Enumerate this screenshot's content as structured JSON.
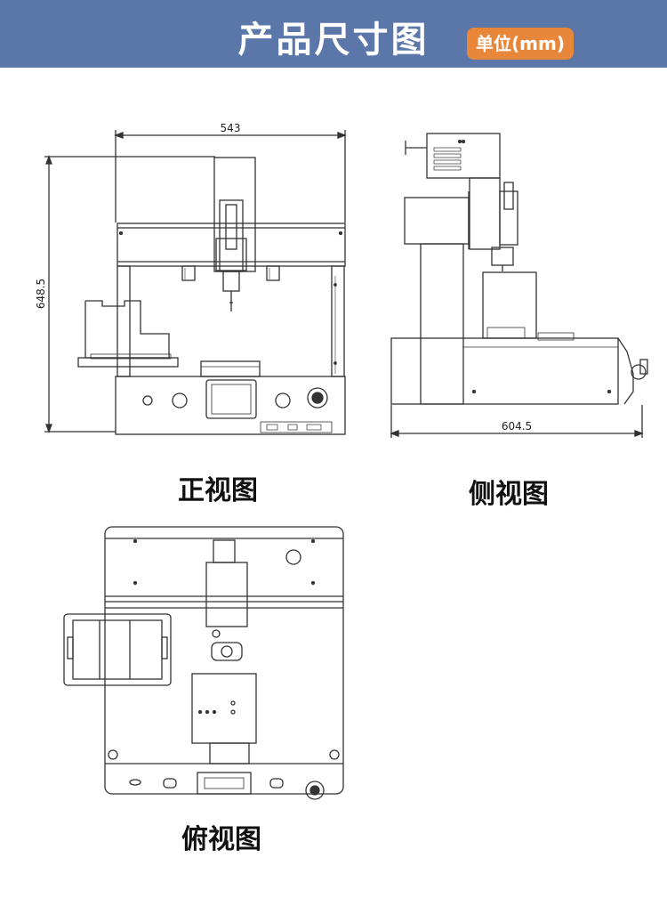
{
  "header": {
    "title": "产品尺寸图",
    "unit_badge": "单位(mm)"
  },
  "views": {
    "front": {
      "label": "正视图",
      "width_dim": "543",
      "height_dim": "648.5"
    },
    "side": {
      "label": "侧视图",
      "width_dim": "604.5"
    },
    "top": {
      "label": "俯视图"
    }
  },
  "colors": {
    "header_bg": "#5b76a8",
    "badge_bg": "#e8873a",
    "line": "#333333"
  }
}
